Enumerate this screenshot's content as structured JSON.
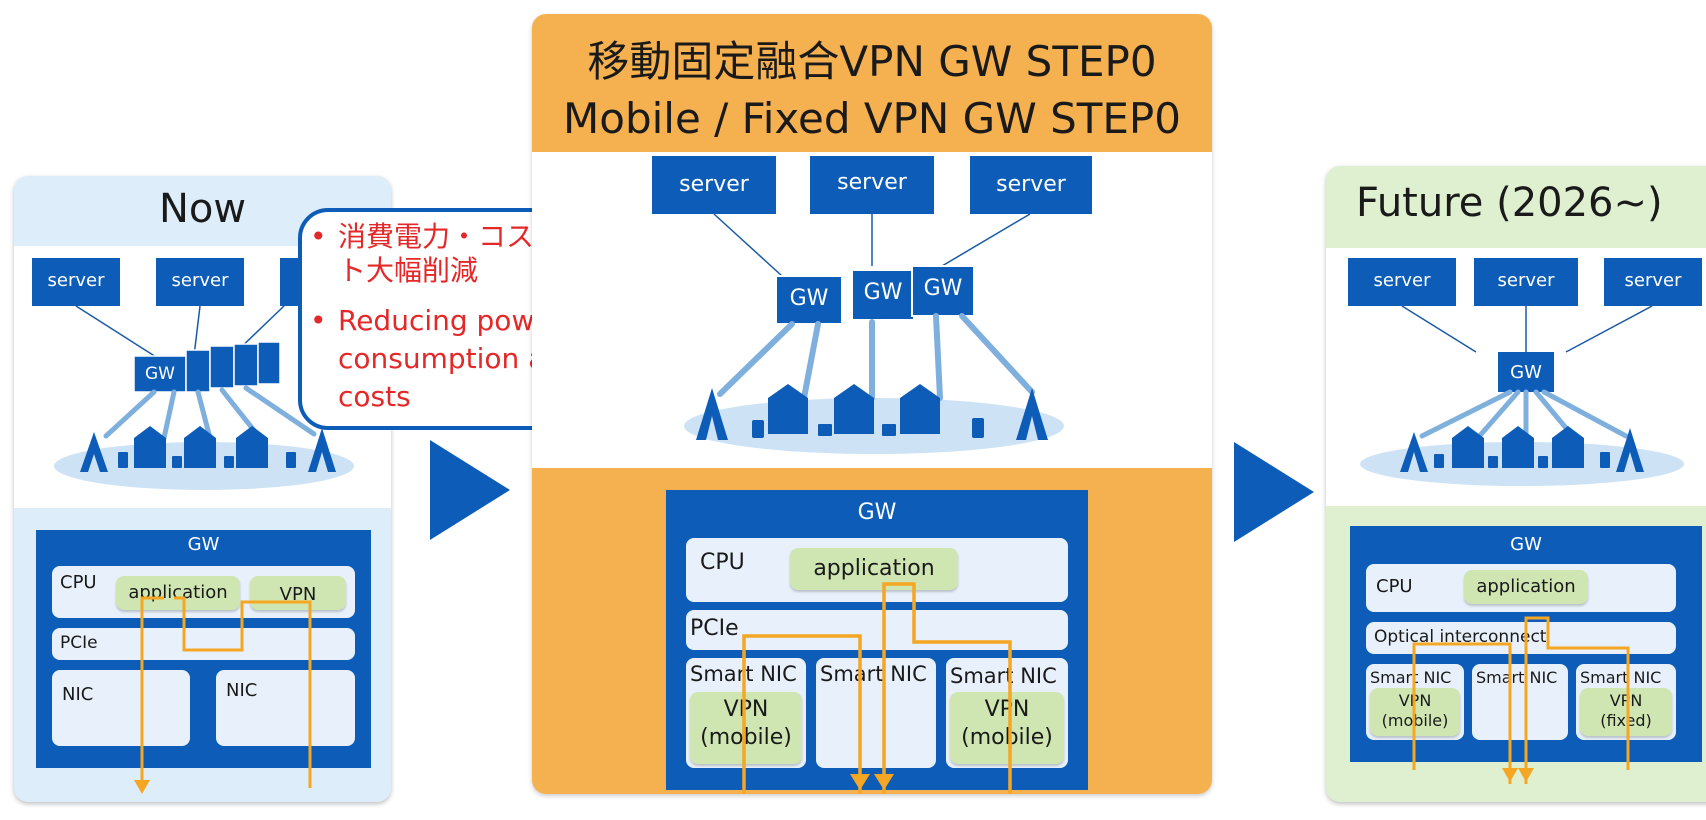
{
  "callout": {
    "line1a": "消費電力・コス",
    "line1b": "ト大幅削減",
    "line2a": "Reducing power",
    "line2b": "consumption and",
    "line2c": "costs",
    "bullet": "•"
  },
  "now": {
    "title": "Now",
    "server_labels": [
      "server",
      "server"
    ],
    "gw_node": "GW",
    "gw_box_title": "GW",
    "cpu": "CPU",
    "application": "application",
    "vpn": "VPN",
    "pcie": "PCIe",
    "nic1": "NIC",
    "nic2": "NIC"
  },
  "step0": {
    "title_ja": "移動固定融合VPN GW STEP0",
    "title_en": "Mobile / Fixed VPN GW STEP0",
    "server_labels": [
      "server",
      "server",
      "server"
    ],
    "gw_nodes": [
      "GW",
      "GW",
      "GW"
    ],
    "gw_box_title": "GW",
    "cpu": "CPU",
    "application": "application",
    "pcie": "PCIe",
    "nic_labels": [
      "Smart NIC",
      "Smart NIC",
      "Smart NIC"
    ],
    "vpn1": "VPN",
    "vpn1_sub": "(mobile)",
    "vpn3": "VPN",
    "vpn3_sub": "(mobile)"
  },
  "future": {
    "title": "Future (2026~)",
    "server_labels": [
      "server",
      "server",
      "server"
    ],
    "gw_node": "GW",
    "gw_box_title": "GW",
    "cpu": "CPU",
    "application": "application",
    "interconnect": "Optical interconnect",
    "nic_labels": [
      "Smart NIC",
      "Smart NIC",
      "Smart NIC"
    ],
    "vpn1": "VPN",
    "vpn1_sub": "(mobile)",
    "vpn3": "VPN",
    "vpn3_sub": "(fixed)"
  },
  "colors": {
    "blue": "#0d5db8",
    "orange": "#f5a623",
    "panel_orange": "#f5b150",
    "panel_blue": "#ddeefa",
    "panel_green": "#dff0d0",
    "pill_green": "#cfe6b2",
    "callout_red": "#e42828"
  }
}
